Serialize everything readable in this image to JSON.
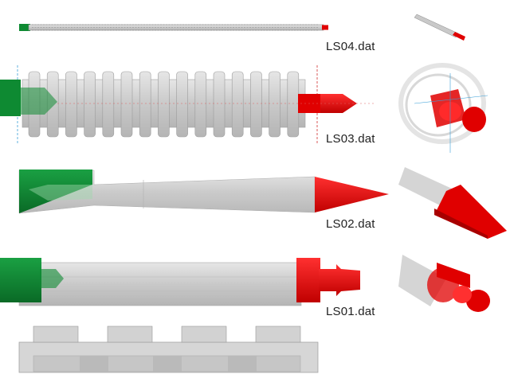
{
  "parts": [
    {
      "id": "ls04",
      "label": "LS04.dat"
    },
    {
      "id": "ls03",
      "label": "LS03.dat"
    },
    {
      "id": "ls02",
      "label": "LS02.dat"
    },
    {
      "id": "ls01",
      "label": "LS01.dat"
    }
  ],
  "colors": {
    "green": "#0e8a32",
    "green_dark": "#0a6a26",
    "red": "#e00000",
    "red_dark": "#a80000",
    "gray": "#cfcfcf",
    "gray_edge": "#9a9a9a"
  }
}
